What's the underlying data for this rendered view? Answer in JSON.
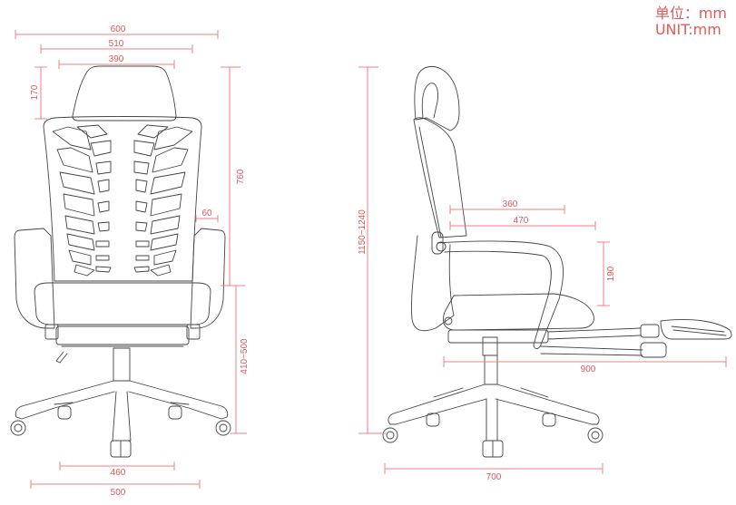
{
  "units": {
    "line1": "单位：mm",
    "line2": "UNIT:mm"
  },
  "colors": {
    "dimension": "#e05858",
    "outline": "#444444"
  },
  "front_view": {
    "overall_width": "600",
    "backrest_width": "510",
    "headrest_width": "390",
    "headrest_height": "170",
    "backrest_height": "760",
    "armrest_width": "60",
    "seat_height": "410~500",
    "seat_pan_width": "460",
    "base_width": "500"
  },
  "side_view": {
    "total_height": "1150~1240",
    "seat_depth": "360",
    "armrest_depth": "470",
    "armrest_height": "190",
    "footrest_extended_length": "900",
    "base_depth": "700"
  }
}
